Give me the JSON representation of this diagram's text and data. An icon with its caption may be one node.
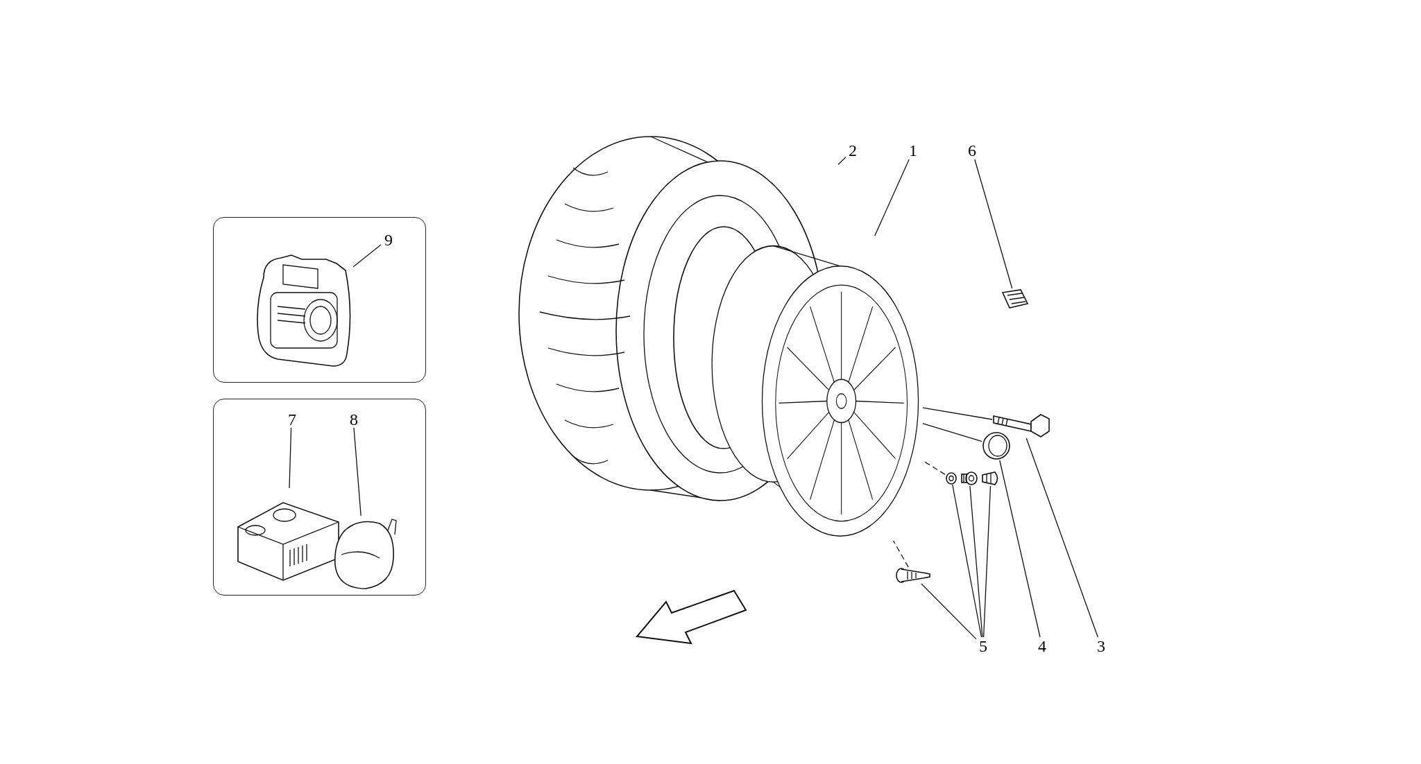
{
  "diagram": {
    "nodes": [
      {
        "text": [],
        "shape": "box"
      },
      {
        "text": [
          "9"
        ],
        "in": 0
      },
      {
        "text": [],
        "shape": "picture",
        "in": 0
      },
      {
        "text": [],
        "shape": "box"
      },
      {
        "text": [
          "7"
        ],
        "in": 3
      },
      {
        "text": [
          "8"
        ],
        "in": 3
      },
      {
        "text": [],
        "shape": "picture",
        "in": 3
      },
      {
        "text": [],
        "shape": "picture",
        "in": 3
      },
      {
        "text": [
          "2"
        ]
      },
      {
        "text": [],
        "shape": "picture"
      },
      {
        "text": [
          "1"
        ]
      },
      {
        "text": [],
        "shape": "picture"
      },
      {
        "text": [
          "6"
        ]
      },
      {
        "text": [],
        "shape": "picture"
      },
      {
        "text": [],
        "shape": "picture"
      },
      {
        "text": [],
        "shape": "picture"
      },
      {
        "text": [],
        "shape": "picture"
      },
      {
        "text": [],
        "shape": "picture"
      },
      {
        "text": [],
        "shape": "picture"
      },
      {
        "text": [],
        "shape": "picture"
      },
      {
        "text": [
          "5"
        ]
      },
      {
        "text": [
          "4"
        ]
      },
      {
        "text": [
          "3"
        ]
      }
    ],
    "edges": [
      {
        "from": 1,
        "to": 2,
        "arrow": "none"
      },
      {
        "from": 4,
        "to": 6,
        "arrow": "none"
      },
      {
        "from": 5,
        "to": 7,
        "arrow": "none"
      },
      {
        "from": 8,
        "to": 9,
        "arrow": "none"
      },
      {
        "from": 10,
        "to": 11,
        "arrow": "none"
      },
      {
        "from": 12,
        "to": 13,
        "arrow": "none"
      },
      {
        "from": 20,
        "to": 19,
        "arrow": "none"
      },
      {
        "from": 20,
        "to": 16,
        "arrow": "none"
      },
      {
        "from": 20,
        "to": 17,
        "arrow": "none"
      },
      {
        "from": 20,
        "to": 18,
        "arrow": "none"
      },
      {
        "from": 21,
        "to": 15,
        "arrow": "none"
      },
      {
        "from": 22,
        "to": 14,
        "arrow": "none"
      },
      {
        "from": 14,
        "to": 11,
        "arrow": "none"
      },
      {
        "from": 15,
        "to": 11,
        "arrow": "none"
      },
      {
        "from": 16,
        "to": 11,
        "arrow": "none",
        "style": "dashed"
      },
      {
        "from": 19,
        "to": 11,
        "arrow": "none",
        "style": "dashed"
      }
    ]
  }
}
